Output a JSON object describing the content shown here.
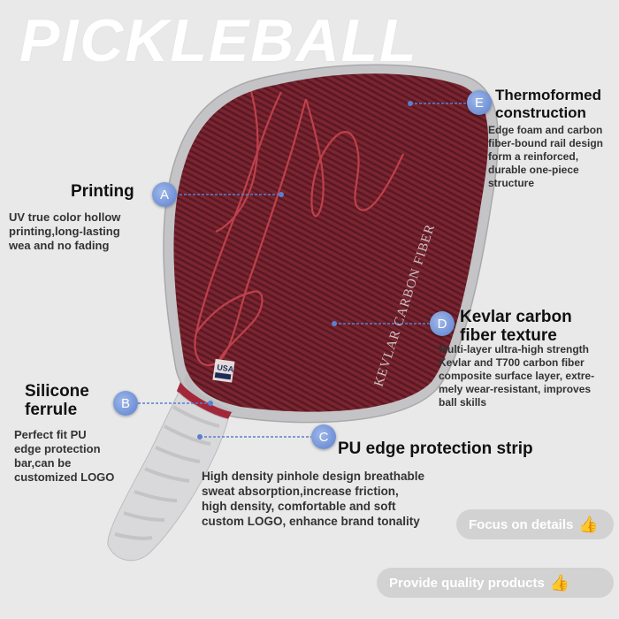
{
  "title": "PICKLEBALL",
  "paddle": {
    "face_text": "KEVLAR CARBON FIBER",
    "logo_text": "USA",
    "colors": {
      "face": "#7a2531",
      "rim": "#bdbdbd",
      "grip": "#d9d9db",
      "ferrule": "#a3273a"
    }
  },
  "callouts": [
    {
      "letter": "A",
      "title": "Printing",
      "desc": [
        "UV true color hollow",
        "printing,long-lasting",
        "wea and no fading"
      ]
    },
    {
      "letter": "B",
      "title": [
        "Silicone",
        "ferrule"
      ],
      "desc": [
        "Perfect fit PU",
        "edge protection",
        "bar,can be",
        "customized LOGO"
      ]
    },
    {
      "letter": "C",
      "title": "PU edge protection strip",
      "desc": [
        "High density pinhole design breathable",
        "sweat absorption,increase friction,",
        "high density, comfortable and soft",
        "custom LOGO, enhance brand tonality"
      ]
    },
    {
      "letter": "D",
      "title": [
        "Kevlar carbon",
        "fiber texture"
      ],
      "desc": [
        "Multi-layer ultra-high strength",
        "Kevlar and T700 carbon fiber",
        "composite surface layer, extre-",
        "mely wear-resistant, improves",
        "ball skills"
      ]
    },
    {
      "letter": "E",
      "title": [
        "Thermoformed",
        "construction"
      ],
      "desc": [
        "Edge foam and carbon",
        "fiber-bound rail design",
        "form a reinforced,",
        "durable one-piece",
        "structure"
      ]
    }
  ],
  "pills": [
    {
      "label": "Focus on details",
      "icon": "thumbs-up-icon"
    },
    {
      "label": "Provide quality products",
      "icon": "thumbs-up-icon"
    }
  ]
}
